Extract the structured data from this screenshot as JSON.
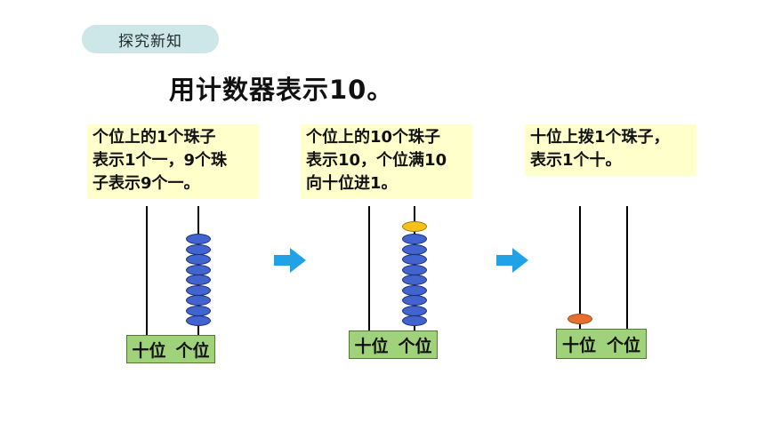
{
  "section_tag": "探究新知",
  "title": "用计数器表示10。",
  "panels": [
    {
      "note_lines": [
        "个位上的1个珠子",
        "表示1个一，9个珠",
        "子表示9个一。"
      ],
      "tens_label": "十位",
      "ones_label": "个位",
      "ones_beads_blue": 9,
      "ones_beads_yellow": 0,
      "tens_beads": 0
    },
    {
      "note_lines": [
        "个位上的10个珠子",
        "表示10，个位满10",
        "向十位进1。"
      ],
      "tens_label": "十位",
      "ones_label": "个位",
      "ones_beads_blue": 9,
      "ones_beads_yellow": 1,
      "tens_beads": 0
    },
    {
      "note_lines": [
        "十位上拨1个珠子，",
        "表示1个十。"
      ],
      "tens_label": "十位",
      "ones_label": "个位",
      "ones_beads_blue": 0,
      "ones_beads_yellow": 0,
      "tens_beads": 1
    }
  ],
  "colors": {
    "bead_blue": "#4164cf",
    "bead_yellow": "#f5c119",
    "bead_orange": "#e7702e",
    "base_green": "#9fd27a",
    "note_bg": "#ffffcc",
    "arrow": "#1fa3e6"
  },
  "icons": {
    "arrow": "right-arrow-icon"
  }
}
